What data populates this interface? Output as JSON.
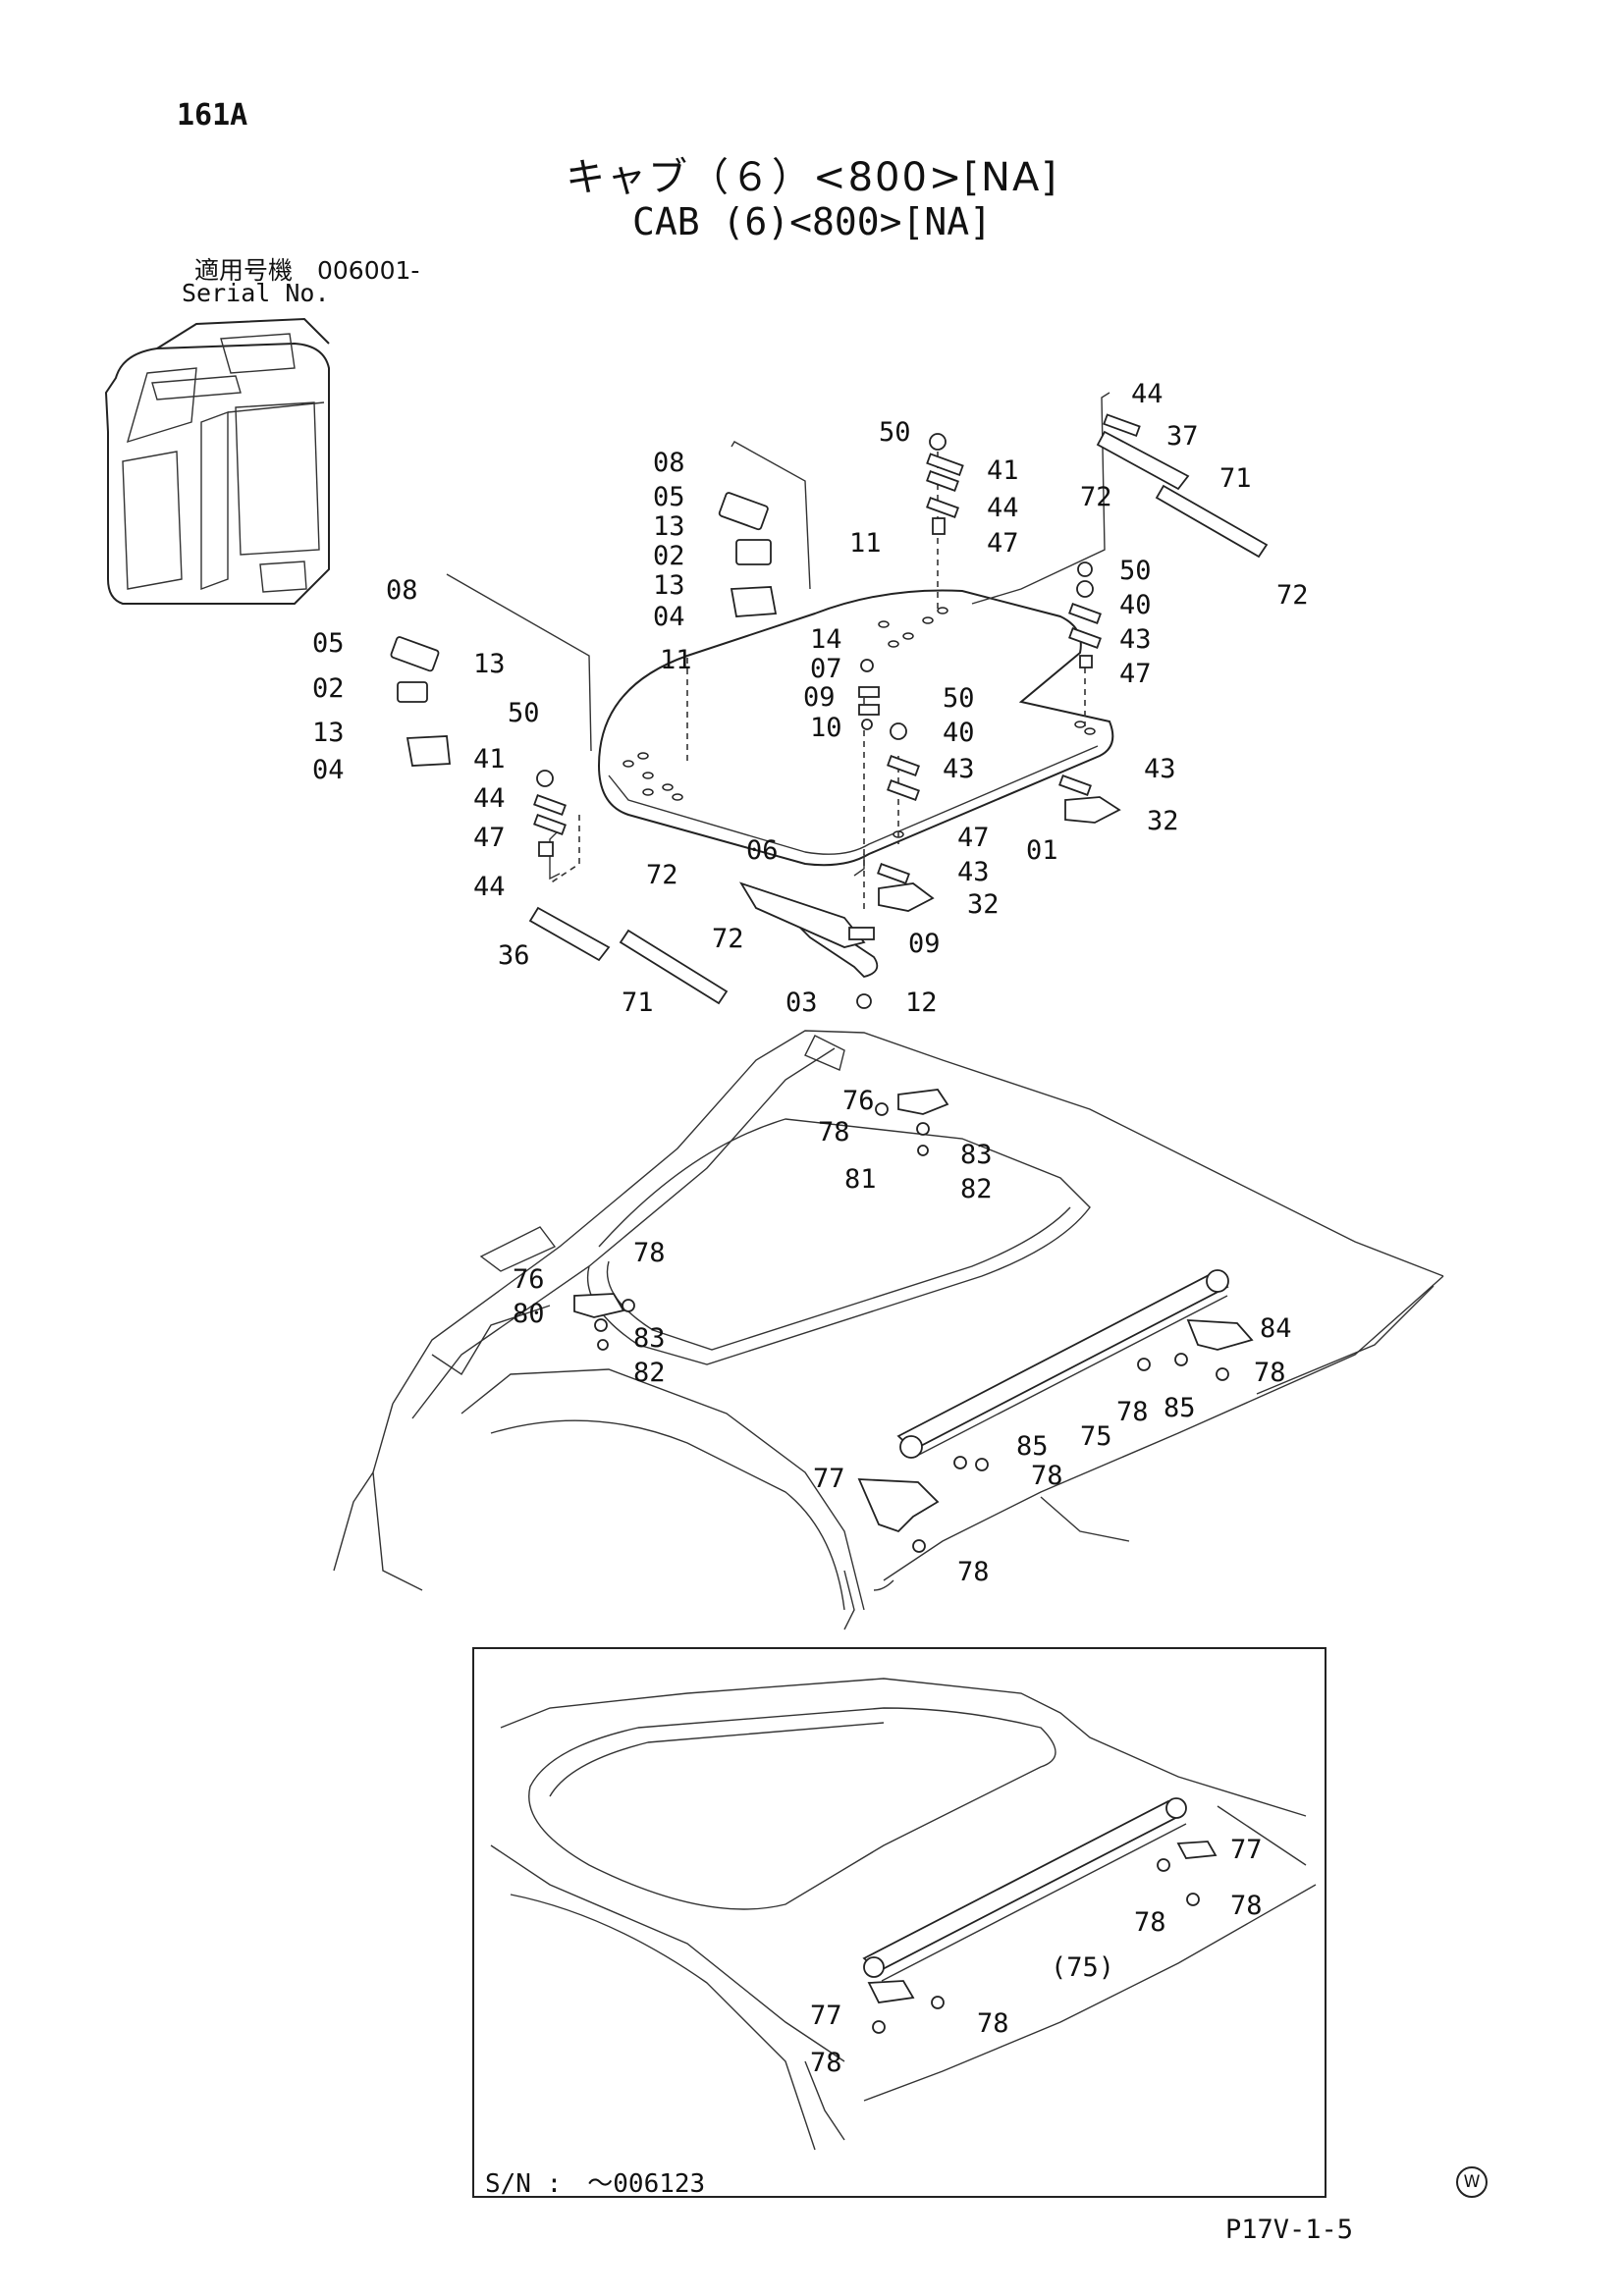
{
  "page_number": "161A",
  "title_jp": "キャブ（６）<800>[NA]",
  "title_en": "CAB (6)<800>[NA]",
  "serial_jp": "適用号機　006001-",
  "serial_en": "Serial No.",
  "inset_serial": "S/N :　～006123",
  "footer_code": "P17V-1-5",
  "watermark_letter": "W",
  "callouts": {
    "c1": "44",
    "c2": "50",
    "c3": "37",
    "c4": "41",
    "c5": "71",
    "c6": "08",
    "c7": "44",
    "c8": "05",
    "c9": "72",
    "c10": "13",
    "c11": "47",
    "c12": "02",
    "c13": "11",
    "c14": "13",
    "c15": "72",
    "c16": "04",
    "c17": "50",
    "c18": "08",
    "c19": "40",
    "c20": "43",
    "c21": "05",
    "c22": "13",
    "c23": "14",
    "c24": "47",
    "c25": "11",
    "c26": "07",
    "c27": "02",
    "c28": "09",
    "c29": "50",
    "c30": "13",
    "c31": "10",
    "c32": "40",
    "c33": "04",
    "c34": "50",
    "c35": "43",
    "c36": "43",
    "c37": "41",
    "c38": "32",
    "c39": "44",
    "c40": "47",
    "c41": "01",
    "c42": "47",
    "c43": "43",
    "c44": "72",
    "c45": "06",
    "c46": "44",
    "c47": "32",
    "c48": "72",
    "c49": "09",
    "c50": "36",
    "c51": "71",
    "c52": "03",
    "c53": "12",
    "d1": "76",
    "d2": "78",
    "d3": "83",
    "d4": "81",
    "d5": "82",
    "d6": "78",
    "d7": "76",
    "d8": "80",
    "d9": "83",
    "d10": "82",
    "d11": "84",
    "d12": "78",
    "d13": "78",
    "d14": "85",
    "d15": "75",
    "d16": "85",
    "d17": "77",
    "d18": "78",
    "d19": "78",
    "e1": "77",
    "e2": "78",
    "e3": "78",
    "e4": "(75)",
    "e5": "77",
    "e6": "78",
    "e7": "78"
  }
}
